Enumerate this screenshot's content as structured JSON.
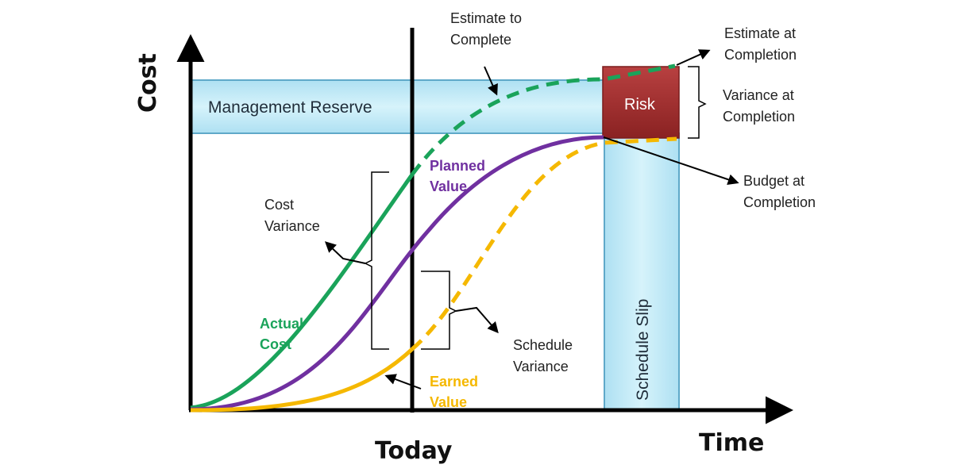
{
  "axes": {
    "y_label": "Cost",
    "x_label": "Time",
    "today_label": "Today"
  },
  "regions": {
    "management_reserve": "Management Reserve",
    "risk": "Risk",
    "schedule_slip": "Schedule Slip"
  },
  "curves": {
    "actual_cost": {
      "line1": "Actual",
      "line2": "Cost"
    },
    "planned_value": {
      "line1": "Planned",
      "line2": "Value"
    },
    "earned_value": {
      "line1": "Earned",
      "line2": "Value"
    }
  },
  "annotations": {
    "estimate_to_complete": {
      "line1": "Estimate to",
      "line2": "Complete"
    },
    "estimate_at_completion": {
      "line1": "Estimate at",
      "line2": "Completion"
    },
    "variance_at_completion": {
      "line1": "Variance at",
      "line2": "Completion"
    },
    "budget_at_completion": {
      "line1": "Budget at",
      "line2": "Completion"
    },
    "cost_variance": {
      "line1": "Cost",
      "line2": "Variance"
    },
    "schedule_variance": {
      "line1": "Schedule",
      "line2": "Variance"
    }
  },
  "colors": {
    "actual_cost": "#1aa35a",
    "planned_value": "#7030a0",
    "earned_value": "#f5b800",
    "reserve_fill": "#bfe9f7",
    "reserve_stroke": "#5fa9c9",
    "risk_fill": "#a83232",
    "axis": "#000000"
  }
}
